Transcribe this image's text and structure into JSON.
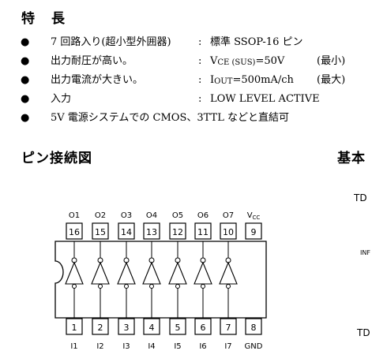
{
  "features": {
    "title": "特　長",
    "items": [
      {
        "text": "7 回路入り(超小型外囲器)",
        "colon": ":",
        "value": "標準 SSOP-16 ピン",
        "note": ""
      },
      {
        "text": "出力耐圧が高い。",
        "colon": ":",
        "value_main": "V",
        "value_sub": "CE (SUS)",
        "value_rest": "=50V",
        "note": "(最小)"
      },
      {
        "text": "出力電流が大きい。",
        "colon": ":",
        "value_main": "I",
        "value_sub": "OUT",
        "value_rest": "=500mA/ch",
        "note": "(最大)"
      },
      {
        "text": "入力",
        "colon": ":",
        "value": "LOW LEVEL ACTIVE",
        "note": ""
      },
      {
        "text": "5V 電源システムでの CMOS、3TTL などと直結可",
        "colon": "",
        "value": "",
        "note": ""
      }
    ],
    "bullet": "●"
  },
  "pin_diagram": {
    "title": "ピン接続図",
    "top_labels": [
      "O1",
      "O2",
      "O3",
      "O4",
      "O5",
      "O6",
      "O7",
      "V"
    ],
    "vcc_sub": "CC",
    "top_numbers": [
      "16",
      "15",
      "14",
      "13",
      "12",
      "11",
      "10",
      "9"
    ],
    "bottom_numbers": [
      "1",
      "2",
      "3",
      "4",
      "5",
      "6",
      "7",
      "8"
    ],
    "bottom_labels": [
      "I1",
      "I2",
      "I3",
      "I4",
      "I5",
      "I6",
      "I7",
      "GND"
    ]
  },
  "basic_circuit": {
    "title": "基本",
    "label_top": "TD",
    "label_mid": "INF",
    "label_bottom": "TD"
  }
}
